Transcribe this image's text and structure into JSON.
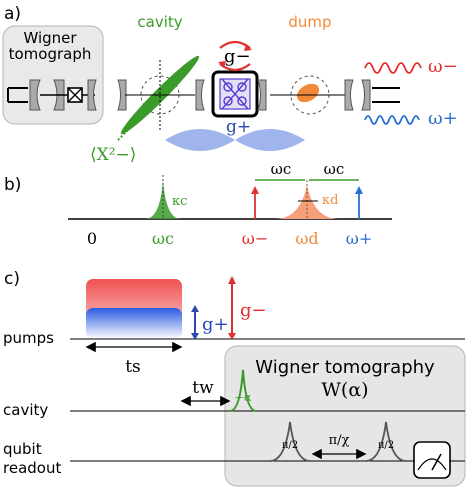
{
  "panel_labels": {
    "a": "a)",
    "b": "b)",
    "c": "c)"
  },
  "panel_a": {
    "tomograph_title_1": "Wigner",
    "tomograph_title_2": "tomograph",
    "cavity_label": "cavity",
    "dump_label": "dump",
    "g_minus": "g−",
    "g_plus": "g+",
    "x2_label": "⟨X²−⟩",
    "omega_minus": "ω−",
    "omega_plus": "ω+",
    "colors": {
      "cavity": "#3a9a2a",
      "dump": "#f08a3a",
      "red": "#e03030",
      "blue": "#2a6fd0",
      "purple": "#5a3ad0"
    }
  },
  "panel_b": {
    "zero": "0",
    "omega_c": "ωc",
    "omega_minus": "ω−",
    "omega_d": "ωd",
    "omega_plus": "ω+",
    "kappa_c": "κc",
    "kappa_d": "κd",
    "bracket_left": "ωc",
    "bracket_right": "ωc"
  },
  "panel_c": {
    "row_pumps": "pumps",
    "row_cavity": "cavity",
    "row_qubit": "qubit",
    "row_readout": "readout",
    "ts": "ts",
    "tw": "tw",
    "g_plus": "g+",
    "g_minus": "g−",
    "wigner_title": "Wigner tomography",
    "wigner_func": "W(α)",
    "minus_alpha": "−α",
    "pi_over_2_a": "π/2",
    "pi_over_2_b": "π/2",
    "pi_over_chi": "π/χ"
  }
}
